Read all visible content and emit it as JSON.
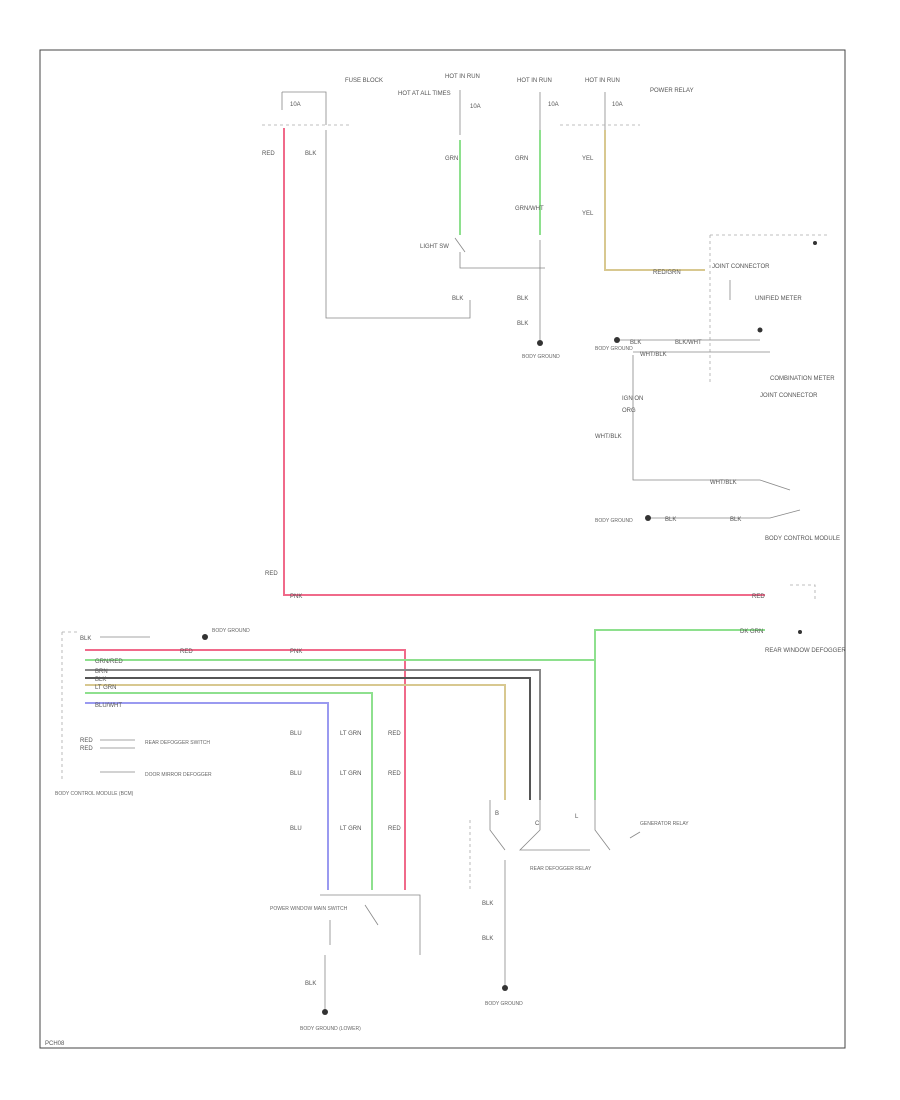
{
  "diagram": {
    "fig_code": "PCH08",
    "labels": {
      "fuse_block_top": "FUSE BLOCK",
      "fuse_top": "10A",
      "hot_at_all": "HOT AT ALL TIMES",
      "hot_run_1": "HOT IN RUN",
      "hot_run_2": "HOT IN RUN",
      "fuse_a": "10A",
      "fuse_b": "10A",
      "fuse_c": "10A",
      "power_relay": "POWER RELAY",
      "light_sw": "LIGHT SW",
      "joint_connector_1": "JOINT CONNECTOR",
      "combination_meter": "COMBINATION METER",
      "unified_meter": "UNIFIED METER",
      "joint_connector_2": "JOINT CONNECTOR",
      "body_ctrl": "BODY CONTROL MODULE",
      "rear_window_defogger": "REAR WINDOW DEFOGGER",
      "defogger_relay": "REAR DEFOGGER RELAY",
      "power_window_main": "POWER WINDOW MAIN SWITCH",
      "generator_relay": "GENERATOR RELAY",
      "ground_1": "BODY GROUND",
      "ground_2": "BODY GROUND",
      "ground_3": "BODY GROUND",
      "ground_4": "BODY GROUND",
      "rear_defogger_main": "REAR DEFOGGER SWITCH",
      "door_mirror": "DOOR MIRROR DEFOGGER",
      "body_ctrl_note": "BODY CONTROL MODULE (BCM)",
      "ground_lower": "BODY GROUND (LOWER)"
    },
    "wire_labels": {
      "red": "RED",
      "red_2": "RED",
      "grn": "GRN",
      "grn_2": "GRN",
      "yel": "YEL",
      "yel_2": "YEL",
      "blk": "BLK",
      "blk_2": "BLK",
      "blk_3": "BLK",
      "blk_4": "BLK",
      "blu": "BLU",
      "org": "ORG",
      "brn": "BRN",
      "pnk": "PNK",
      "wht_blk": "WHT/BLK",
      "grn_wht": "GRN/WHT",
      "grn_red": "GRN/RED",
      "blk_wht": "BLK/WHT",
      "lt_grn": "LT GRN",
      "blu_wht": "BLU/WHT",
      "red_grn": "RED/GRN",
      "dk_grn": "DK GRN",
      "ign_on": "IGN ON",
      "c_pin": "C",
      "b_pin": "B",
      "l_pin": "L"
    }
  },
  "colors": {
    "red_wire": "#f06a8a",
    "green_wire": "#8ee08e",
    "yellow_wire": "#d8c890",
    "blue_wire": "#9a9af0",
    "dark_wire": "#555555",
    "gray_wire": "#888888",
    "frame": "#444444"
  }
}
